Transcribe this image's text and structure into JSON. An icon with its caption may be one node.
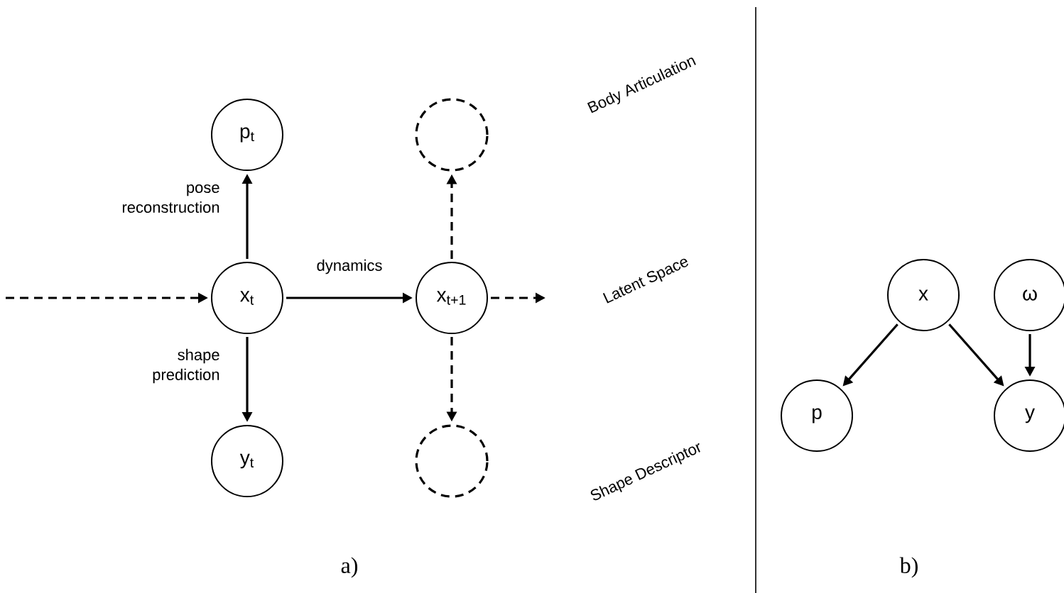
{
  "diagram": {
    "nodes": [
      {
        "text": [
          "p$_{t}$"
        ]
      },
      {
        "text": [],
        "shape": "circle"
      },
      {
        "text": [
          "x$_{t}$"
        ]
      },
      {
        "text": [
          "x$_{t+1}$"
        ]
      },
      {
        "text": [
          "y$_{t}$"
        ]
      },
      {
        "text": [],
        "shape": "circle"
      },
      {
        "text": [
          "x"
        ]
      },
      {
        "text": [
          "ω"
        ]
      },
      {
        "text": [
          "p"
        ]
      },
      {
        "text": [
          "y"
        ]
      }
    ],
    "edges": [
      {
        "from": null,
        "to": 2,
        "arrow": "to",
        "style": "dashed"
      },
      {
        "from": 2,
        "to": 0,
        "arrow": "to",
        "label": "pose reconstruction"
      },
      {
        "from": 2,
        "to": 3,
        "arrow": "to",
        "label": "dynamics"
      },
      {
        "from": 2,
        "to": 4,
        "arrow": "to",
        "label": "shape prediction"
      },
      {
        "from": 3,
        "to": 1,
        "arrow": "to",
        "style": "dashed"
      },
      {
        "from": 3,
        "to": null,
        "arrow": "to",
        "style": "dashed"
      },
      {
        "from": 3,
        "to": 5,
        "arrow": "to",
        "style": "dashed"
      },
      {
        "from": 6,
        "to": 8,
        "arrow": "to"
      },
      {
        "from": 6,
        "to": 9,
        "arrow": "to"
      },
      {
        "from": 7,
        "to": 9,
        "arrow": "to"
      }
    ],
    "labels": [
      "Body Articulation",
      "Latent Space",
      "Shape Descriptor",
      "a)",
      "b)"
    ]
  }
}
